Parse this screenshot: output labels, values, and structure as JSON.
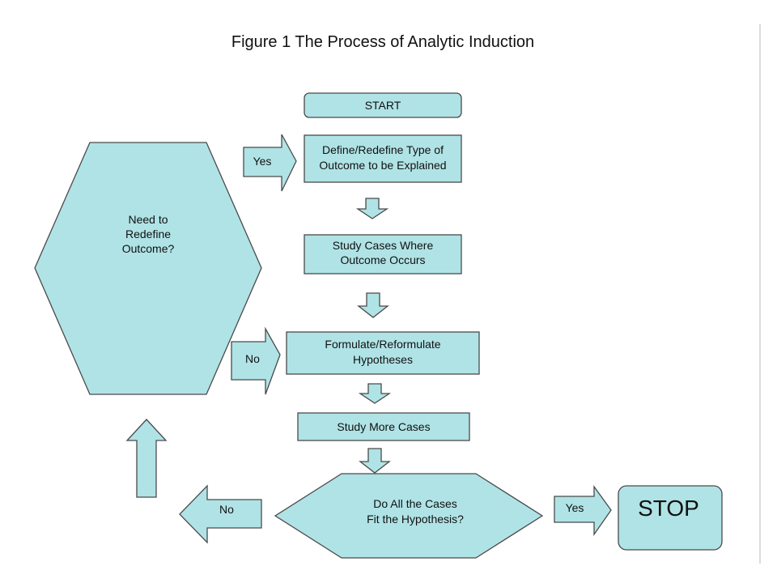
{
  "title": "Figure 1 The Process of Analytic Induction",
  "colors": {
    "fill": "#b0e3e6",
    "stroke": "#4a4a4a",
    "text": "#111111"
  },
  "nodes": {
    "start": {
      "label": "START"
    },
    "define": {
      "lines": [
        "Define/Redefine Type of",
        "Outcome to be Explained"
      ]
    },
    "study_cases": {
      "lines": [
        "Study Cases Where",
        "Outcome Occurs"
      ]
    },
    "formulate": {
      "lines": [
        "Formulate/Reformulate",
        "Hypotheses"
      ]
    },
    "study_more": {
      "label": "Study More Cases"
    },
    "fit_decision": {
      "lines": [
        "Do All the Cases",
        "Fit the Hypothesis?"
      ]
    },
    "redefine_decision": {
      "lines": [
        "Need to",
        "Redefine",
        "Outcome?"
      ]
    },
    "stop": {
      "label": "STOP"
    }
  },
  "arrows": {
    "yes_to_define": "Yes",
    "no_to_formulate": "No",
    "no_from_fit": "No",
    "yes_to_stop": "Yes"
  }
}
